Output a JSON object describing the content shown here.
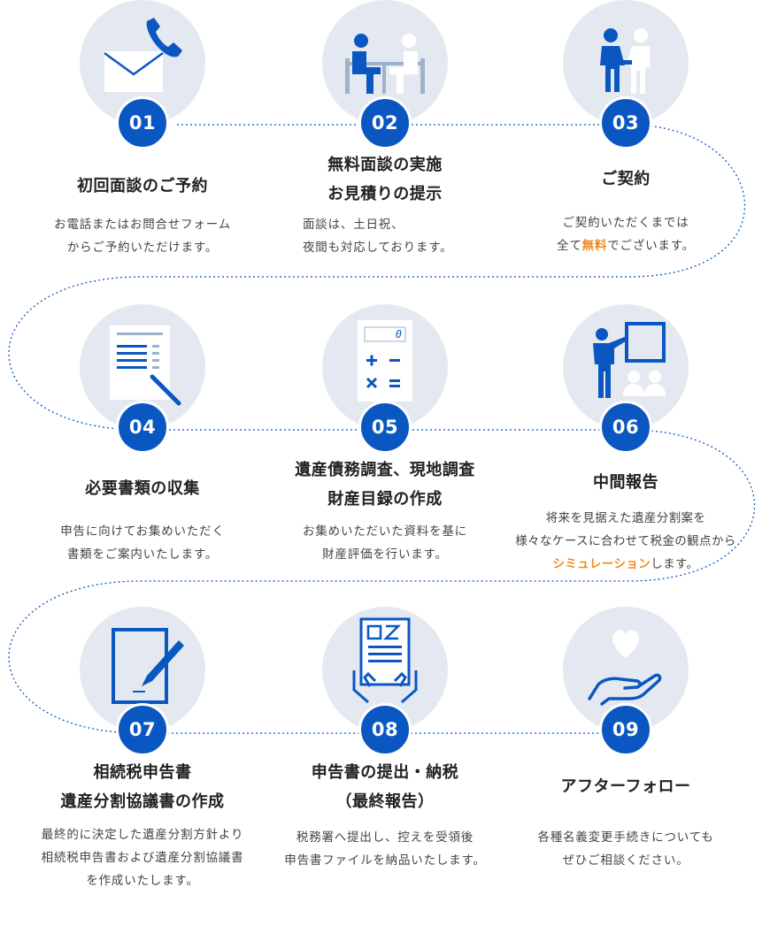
{
  "colors": {
    "accent": "#0b57c2",
    "circle_bg": "#e4e9f1",
    "highlight": "#f08a1e"
  },
  "steps": [
    {
      "number": "01",
      "icon": "mail-phone-icon",
      "title": "初回面談のご予約",
      "desc_lines": [
        [
          "お電話またはお問合せフォーム"
        ],
        [
          "からご予約いただけます。"
        ]
      ]
    },
    {
      "number": "02",
      "icon": "meeting-icon",
      "title": "無料面談の実施\nお見積りの提示",
      "desc_lines": [
        [
          "面談は、土日祝、"
        ],
        [
          "夜間も対応しております。"
        ]
      ]
    },
    {
      "number": "03",
      "icon": "handshake-icon",
      "title": "ご契約",
      "desc_lines": [
        [
          "ご契約いただくまでは"
        ],
        [
          "全て",
          "無料",
          "でございます。"
        ]
      ]
    },
    {
      "number": "04",
      "icon": "document-icon",
      "title": "必要書類の収集",
      "desc_lines": [
        [
          "申告に向けてお集めいただく"
        ],
        [
          "書類をご案内いたします。"
        ]
      ]
    },
    {
      "number": "05",
      "icon": "calculator-icon",
      "title": "遺産債務調査、現地調査\n財産目録の作成",
      "calc_display": "0",
      "desc_lines": [
        [
          "お集めいただいた資料を基に"
        ],
        [
          "財産評価を行います。"
        ]
      ]
    },
    {
      "number": "06",
      "icon": "presentation-icon",
      "title": "中間報告",
      "desc_lines": [
        [
          "将来を見据えた遺産分割案を"
        ],
        [
          "様々なケースに合わせて税金の観点から"
        ],
        [
          "",
          "シミュレーション",
          "します。"
        ]
      ]
    },
    {
      "number": "07",
      "icon": "pen-form-icon",
      "title": "相続税申告書\n遺産分割協議書の作成",
      "desc_lines": [
        [
          "最終的に決定した遺産分割方針より"
        ],
        [
          "相続税申告書および遺産分割協議書"
        ],
        [
          "を作成いたします。"
        ]
      ]
    },
    {
      "number": "08",
      "icon": "submit-form-icon",
      "title": "申告書の提出・納税\n（最終報告）",
      "desc_lines": [
        [
          "税務署へ提出し、控えを受領後"
        ],
        [
          "申告書ファイルを納品いたします。"
        ]
      ]
    },
    {
      "number": "09",
      "icon": "heart-hand-icon",
      "title": "アフターフォロー",
      "desc_lines": [
        [
          "各種名義変更手続きについても"
        ],
        [
          "ぜひご相談ください。"
        ]
      ]
    }
  ]
}
